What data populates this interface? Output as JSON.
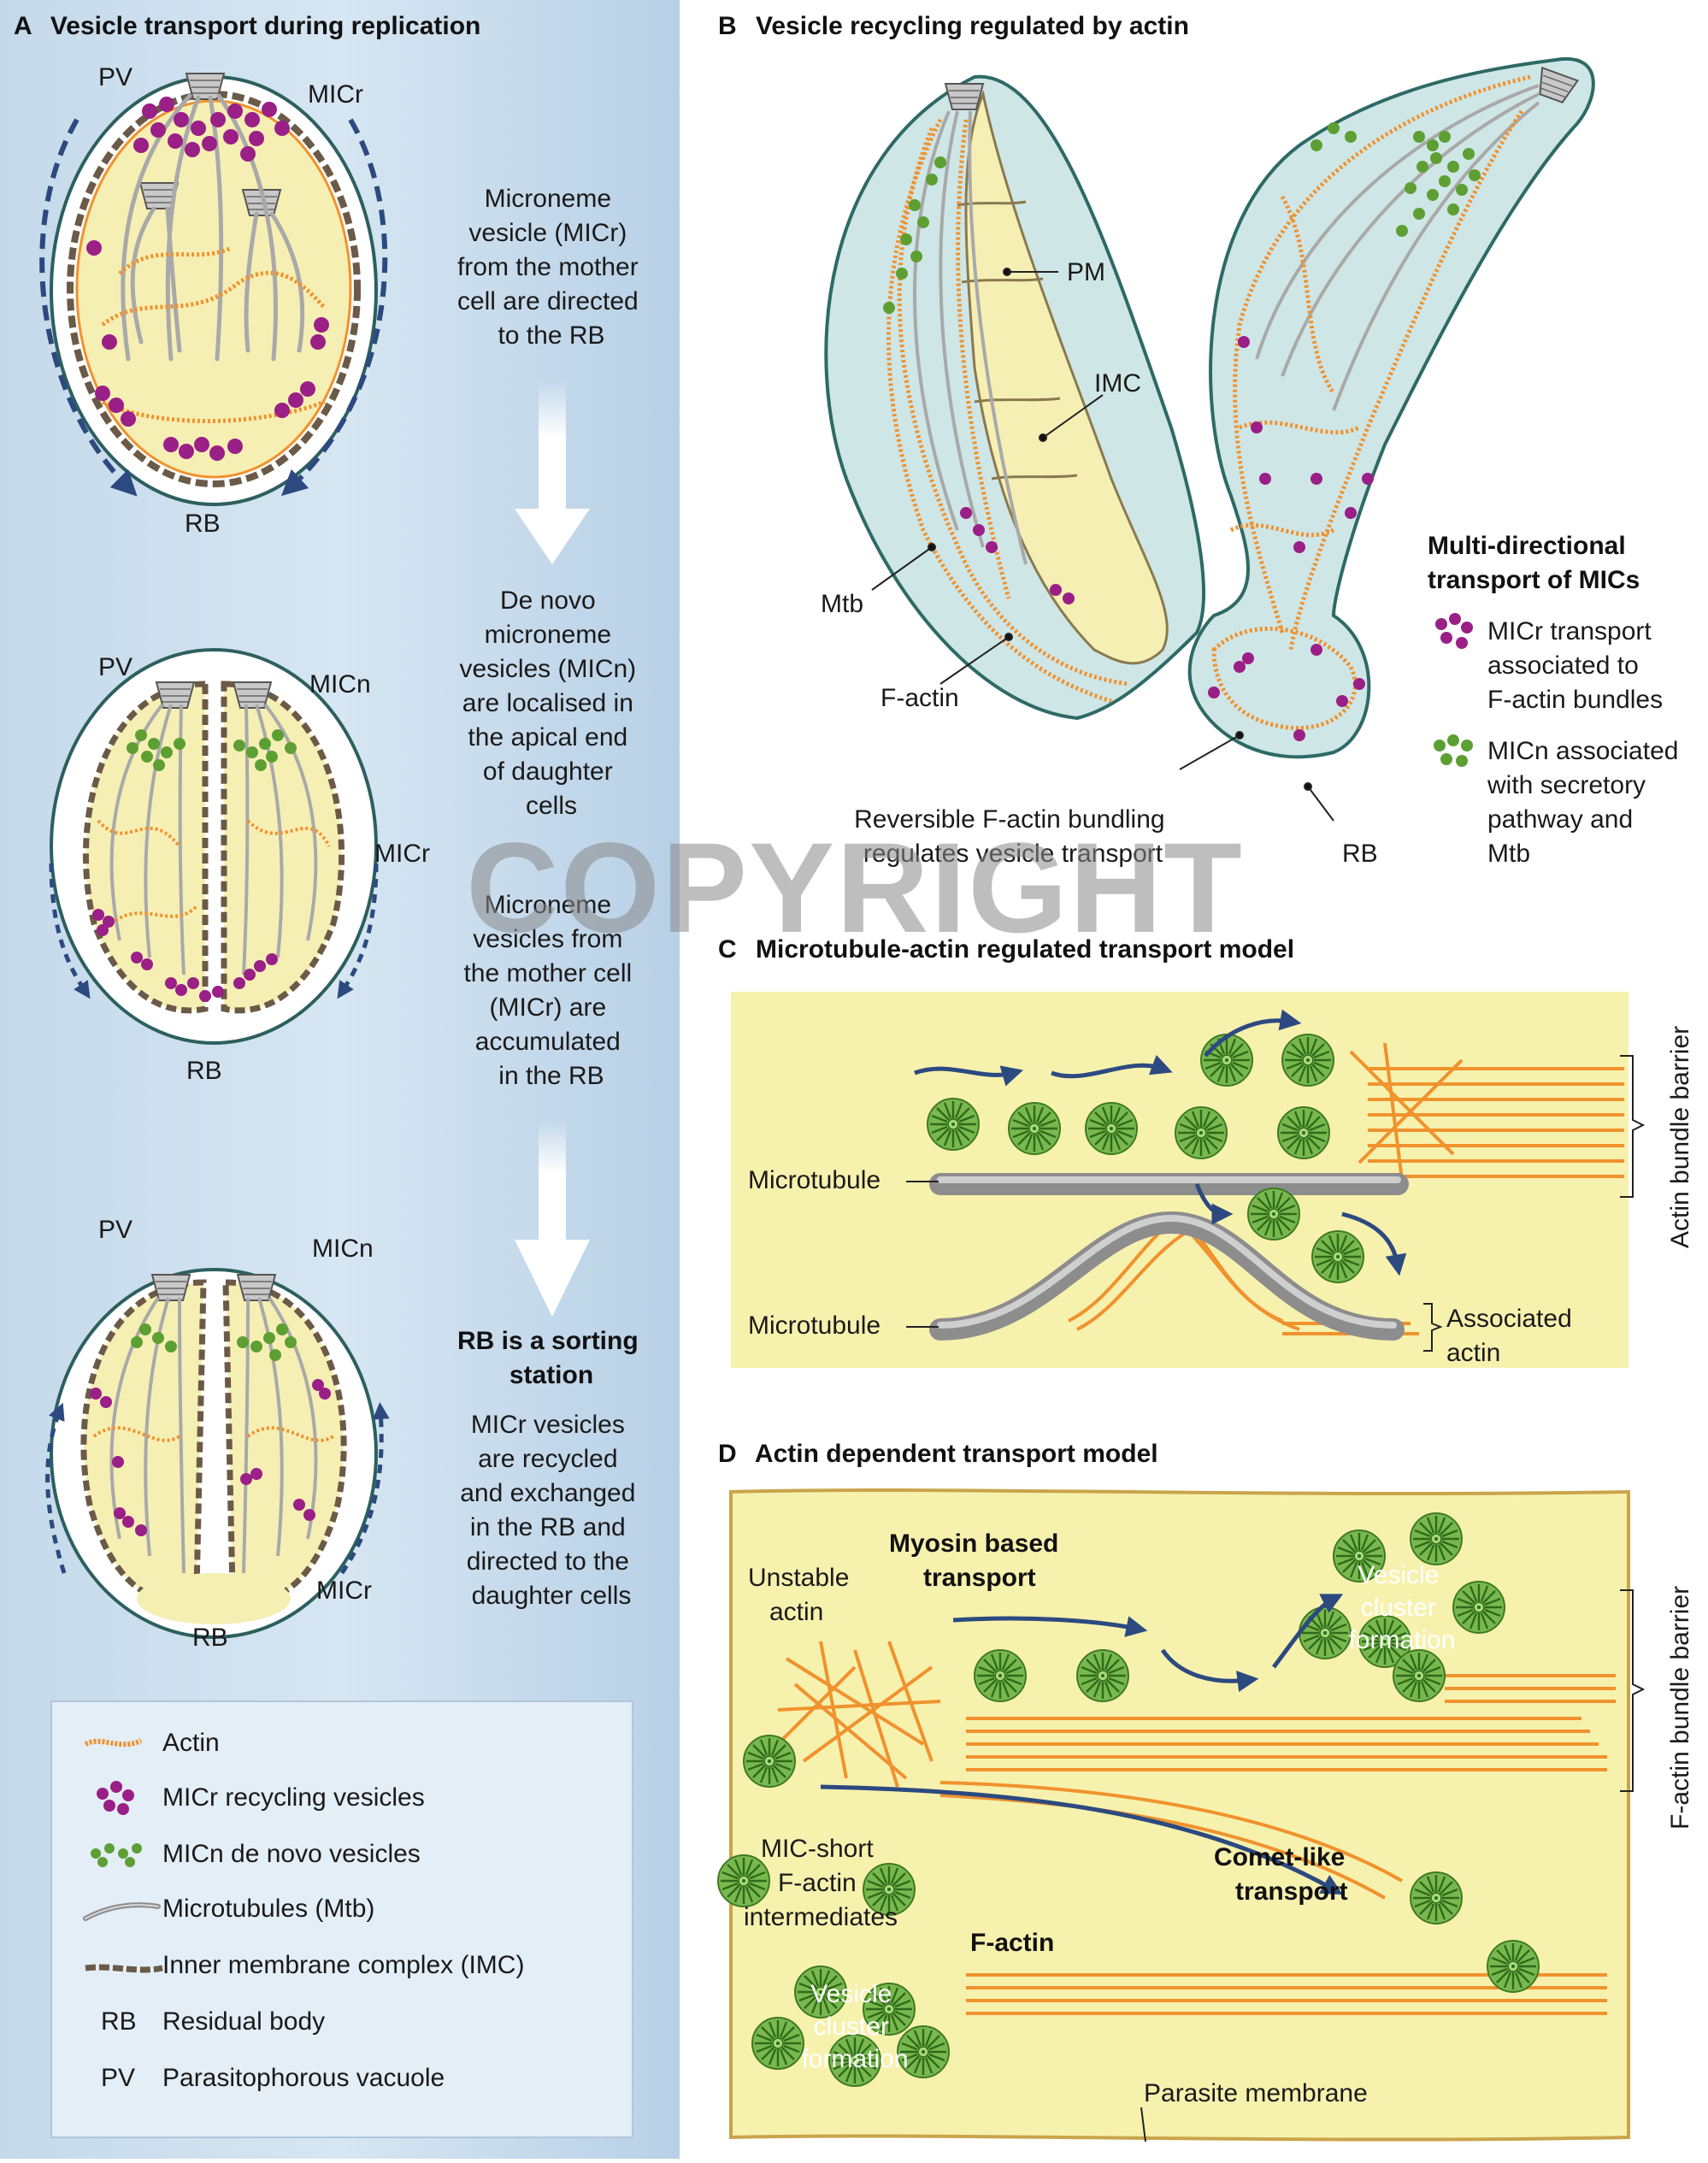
{
  "panels": {
    "a": {
      "letter": "A",
      "title": "Vesicle transport during replication"
    },
    "b": {
      "letter": "B",
      "title": "Vesicle recycling regulated by actin"
    },
    "c": {
      "letter": "C",
      "title": "Microtubule-actin regulated transport model"
    },
    "d": {
      "letter": "D",
      "title": "Actin dependent transport model"
    }
  },
  "panel_a": {
    "stage1": {
      "pv": "PV",
      "micr": "MICr",
      "rb": "RB",
      "text": [
        "Microneme",
        "vesicle (MICr)",
        "from the mother",
        "cell are directed",
        "to the RB"
      ]
    },
    "stage2": {
      "pv": "PV",
      "micn": "MICn",
      "micr": "MICr",
      "rb": "RB",
      "text1": [
        "De novo",
        "microneme",
        "vesicles (MICn)",
        "are localised in",
        "the apical end",
        "of daughter",
        "cells"
      ],
      "text2": [
        "Microneme",
        "vesicles from",
        "the mother cell",
        "(MICr) are",
        "accumulated",
        "in the RB"
      ]
    },
    "stage3": {
      "pv": "PV",
      "micn": "MICn",
      "micr": "MICr",
      "rb": "RB",
      "bold": [
        "RB is a sorting",
        "station"
      ],
      "text": [
        "MICr vesicles",
        "are recycled",
        "and exchanged",
        "in the RB and",
        "directed to the",
        "daughter cells"
      ]
    }
  },
  "legend": {
    "items": [
      {
        "abbr": "",
        "label": "Actin",
        "icon": "actin-icon"
      },
      {
        "abbr": "",
        "label": "MICr recycling vesicles",
        "icon": "micr-vesicles-icon"
      },
      {
        "abbr": "",
        "label": "MICn de novo vesicles",
        "icon": "micn-vesicles-icon"
      },
      {
        "abbr": "",
        "label": "Microtubules (Mtb)",
        "icon": "microtubule-icon"
      },
      {
        "abbr": "",
        "label": "Inner membrane complex (IMC)",
        "icon": "imc-icon"
      },
      {
        "abbr": "RB",
        "label": "Residual body",
        "icon": ""
      },
      {
        "abbr": "PV",
        "label": "Parasitophorous vacuole",
        "icon": ""
      }
    ]
  },
  "panel_b": {
    "pm": "PM",
    "imc": "IMC",
    "mtb": "Mtb",
    "factin": "F-actin",
    "rb": "RB",
    "bundling": [
      "Reversible F-actin bundling",
      "regulates vesicle transport"
    ],
    "multi_title": [
      "Multi-directional",
      "transport of MICs"
    ],
    "micr_desc": [
      "MICr transport",
      "associated to",
      "F-actin bundles"
    ],
    "micn_desc": [
      "MICn associated",
      "with secretory",
      "pathway and",
      "Mtb"
    ]
  },
  "panel_c": {
    "microtubule1": "Microtubule",
    "microtubule2": "Microtubule",
    "associated": [
      "Associated",
      "actin"
    ],
    "barrier": "Actin bundle barrier"
  },
  "panel_d": {
    "unstable": [
      "Unstable",
      "actin"
    ],
    "myosin": [
      "Myosin based",
      "transport"
    ],
    "cluster_top": [
      "Vesicle",
      "cluster",
      "formation"
    ],
    "mic_short": [
      "MIC-short",
      "F-actin",
      "intermediates"
    ],
    "comet": [
      "Comet-like",
      "transport"
    ],
    "factin": "F-actin",
    "cluster_bottom": [
      "Vesicle",
      "cluster",
      "formation"
    ],
    "membrane": "Parasite membrane",
    "barrier": "F-actin bundle barrier"
  },
  "watermark": "COPYRIGHT",
  "colors": {
    "panel_a_bg": "#c9dcec",
    "cell_fill": "#f6efb4",
    "vacuole_fill": "#ffffff",
    "parasite_fill": "#cfe6e6",
    "cytoplasm": "#f5f0a8",
    "actin": "#f0922e",
    "micr": "#9a1f86",
    "micn": "#5e9f34",
    "microtubule": "#a9a9a9",
    "imc": "#6b5a48",
    "arrow": "#2c4a80",
    "membrane_outline": "#2e6a66"
  }
}
